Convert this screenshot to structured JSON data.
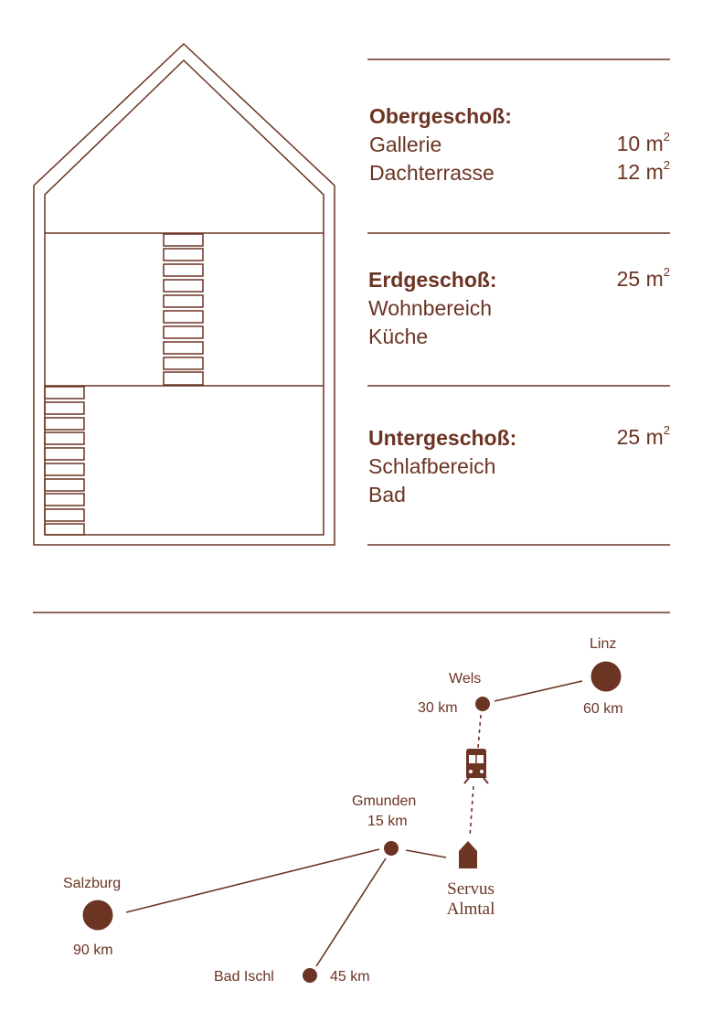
{
  "colors": {
    "ink": "#6b3423",
    "background": "#ffffff"
  },
  "floors": [
    {
      "title": "Obergeschoß:",
      "rooms": [
        "Gallerie",
        "Dachterrasse"
      ],
      "areas": [
        "10 m",
        "12 m"
      ],
      "area_sup": "2"
    },
    {
      "title": "Erdgeschoß:",
      "rooms": [
        "Wohnbereich",
        "Küche"
      ],
      "areas": [
        "25 m"
      ],
      "area_sup": "2"
    },
    {
      "title": "Untergeschoß:",
      "rooms": [
        "Schlafbereich",
        "Bad"
      ],
      "areas": [
        "25 m"
      ],
      "area_sup": "2"
    }
  ],
  "map": {
    "cities": [
      {
        "name": "Linz",
        "distance": "60 km"
      },
      {
        "name": "Wels",
        "distance": "30 km"
      },
      {
        "name": "Gmunden",
        "distance": "15 km"
      },
      {
        "name": "Salzburg",
        "distance": "90 km"
      },
      {
        "name": "Bad Ischl",
        "distance": "45 km"
      }
    ],
    "destination": {
      "line1": "Servus",
      "line2": "Almtal"
    },
    "icons": [
      "train-icon",
      "house-marker-icon"
    ]
  }
}
